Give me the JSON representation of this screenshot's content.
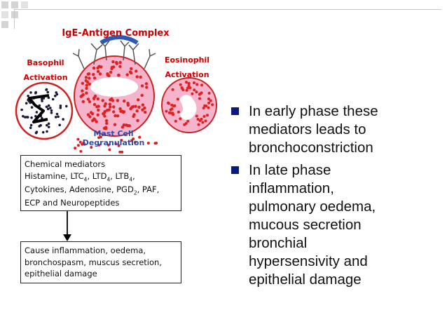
{
  "diagram": {
    "complex_label": "IgE-Antigen Complex",
    "basophil_label_1": "Basophil",
    "basophil_label_2": "Activation",
    "eosinophil_label_1": "Eosinophil",
    "eosinophil_label_2": "Activation",
    "mast_label_1": "Mast Cell",
    "mast_label_2": "Degranulation",
    "mediators": {
      "title": "Chemical mediators",
      "line1": {
        "a": "Histamine, LTC",
        "a_sub": "4",
        "b": ", LTD",
        "b_sub": "4",
        "c": ", LTB",
        "c_sub": "4",
        "d": ","
      },
      "line2": {
        "a": "Cytokines, Adenosine, PGD",
        "a_sub": "2",
        "b": ", PAF,"
      },
      "line3": "ECP and Neuropeptides"
    },
    "effects": {
      "line1": "Cause inflammation, oedema,",
      "line2": "bronchospasm, muscus secretion,",
      "line3": "epithelial damage"
    },
    "colors": {
      "red": "#cc0000",
      "granule": "#dd2222",
      "pink": "#f6b3cc",
      "bullet": "#0b1a7a",
      "deco": "#d4d4d4"
    }
  },
  "bullets": [
    {
      "lines": [
        "In early phase these",
        "mediators leads to",
        "bronchoconstriction"
      ]
    },
    {
      "lines": [
        "In late phase",
        "inflammation,",
        "pulmonary oedema,",
        "mucous secretion",
        "bronchial",
        "hypersensivity and",
        "epithelial damage"
      ]
    }
  ]
}
